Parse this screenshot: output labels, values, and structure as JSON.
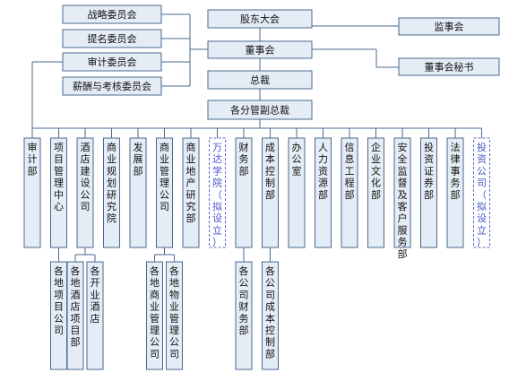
{
  "top": {
    "strategy_committee": "战略委员会",
    "nomination_committee": "提名委员会",
    "audit_committee": "审计委员会",
    "compensation_committee": "薪酬与考核委员会",
    "shareholders_meeting": "股东大会",
    "board": "董事会",
    "supervisory_board": "监事会",
    "board_secretary": "董事会秘书",
    "president": "总裁",
    "vice_presidents": "各分管副总裁"
  },
  "departments": [
    {
      "label": "审计部",
      "planned": false
    },
    {
      "label": "项目管理中心",
      "planned": false
    },
    {
      "label": "酒店建设公司",
      "planned": false
    },
    {
      "label": "商业规划研究院",
      "planned": false
    },
    {
      "label": "发展部",
      "planned": false
    },
    {
      "label": "商业管理公司",
      "planned": false
    },
    {
      "label": "商业地产研究部",
      "planned": false
    },
    {
      "label": "万达学院（拟设立）",
      "planned": true
    },
    {
      "label": "财务部",
      "planned": false
    },
    {
      "label": "成本控制部",
      "planned": false
    },
    {
      "label": "办公室",
      "planned": false
    },
    {
      "label": "人力资源部",
      "planned": false
    },
    {
      "label": "信息工程部",
      "planned": false
    },
    {
      "label": "企业文化部",
      "planned": false
    },
    {
      "label": "安全监督及客户服务部",
      "planned": false
    },
    {
      "label": "投资证券部",
      "planned": false
    },
    {
      "label": "法律事务部",
      "planned": false
    },
    {
      "label": "投资公司（拟设立）",
      "planned": true
    }
  ],
  "sub_units": [
    {
      "parent": 1,
      "label": "各地项目公司"
    },
    {
      "parent": 2,
      "label": "各地酒店项目部"
    },
    {
      "parent": 2,
      "label": "各开业酒店"
    },
    {
      "parent": 5,
      "label": "各地商业管理公司"
    },
    {
      "parent": 5,
      "label": "各地物业管理公司"
    },
    {
      "parent": 8,
      "label": "各公司财务部"
    },
    {
      "parent": 9,
      "label": "各公司成本控制部"
    }
  ]
}
